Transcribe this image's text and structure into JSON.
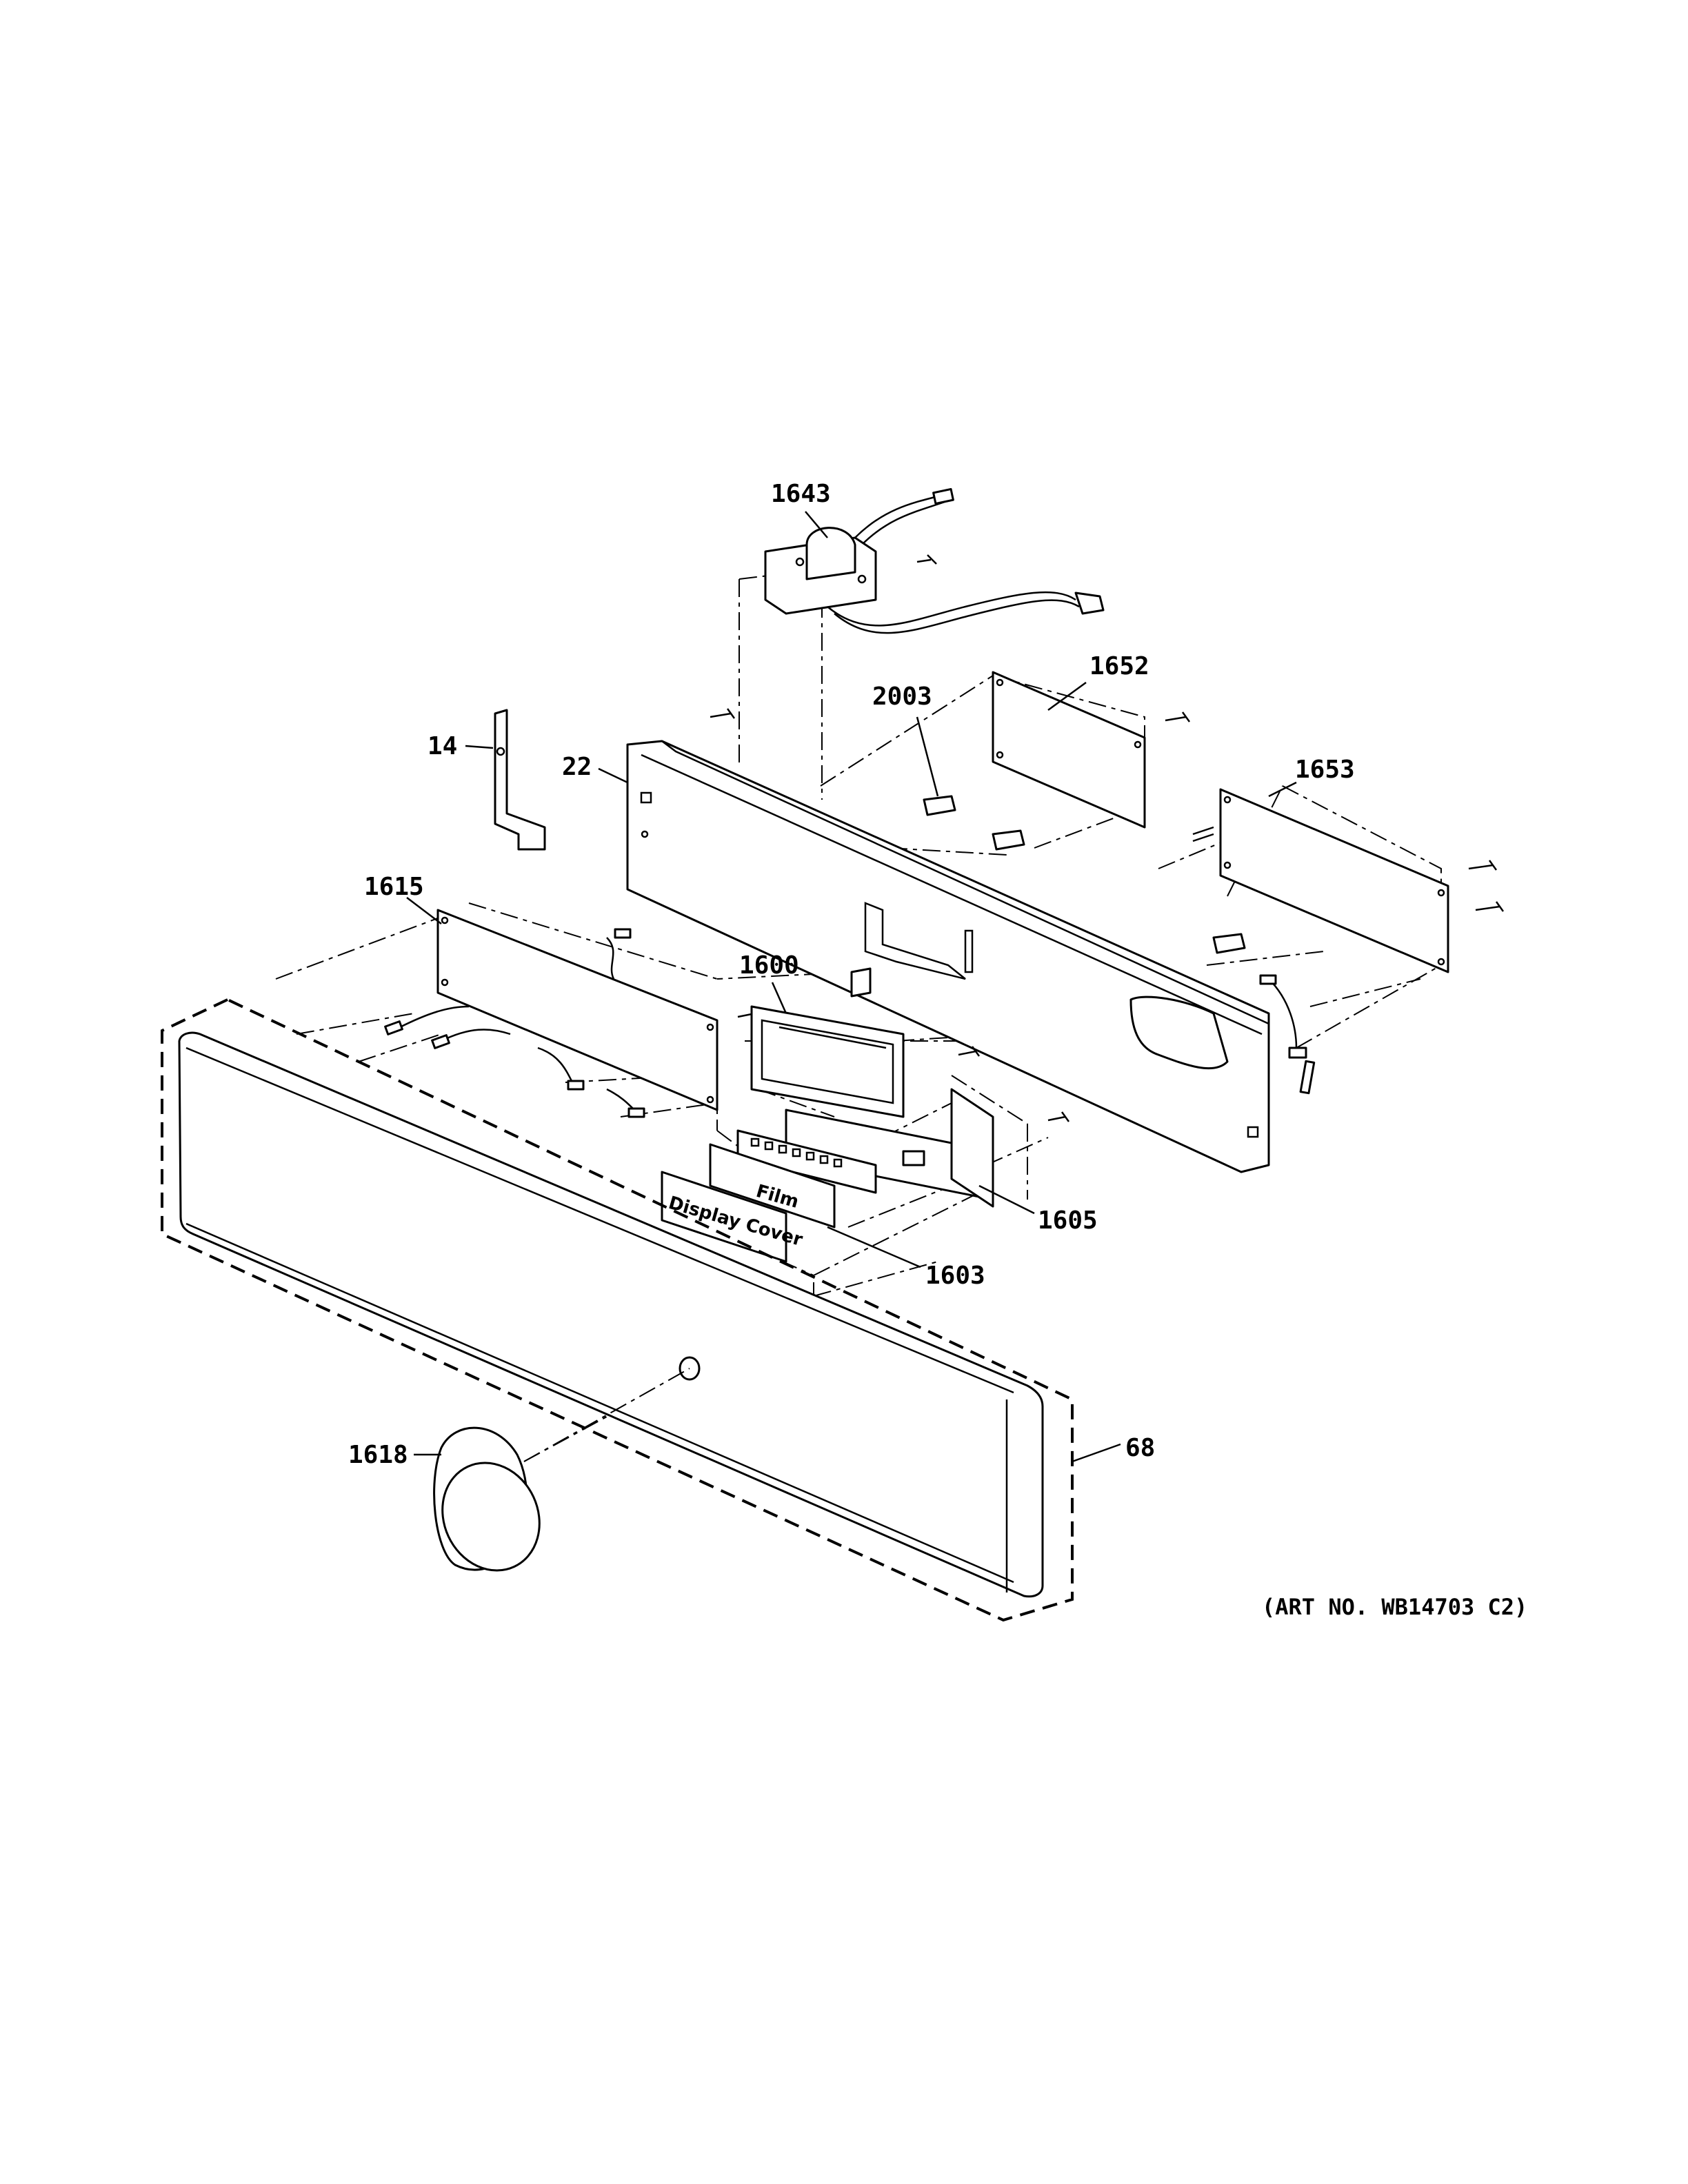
{
  "diagram": {
    "labels": {
      "p1643": "1643",
      "p1652": "1652",
      "p2003": "2003",
      "p14": "14",
      "p22": "22",
      "p1653": "1653",
      "p1615": "1615",
      "p1600": "1600",
      "p1605": "1605",
      "p1603": "1603",
      "p1618": "1618",
      "p68": "68"
    },
    "tags": {
      "film": "Film",
      "display_cover": "Display Cover"
    },
    "art_number": "(ART NO. WB14703 C2)"
  }
}
